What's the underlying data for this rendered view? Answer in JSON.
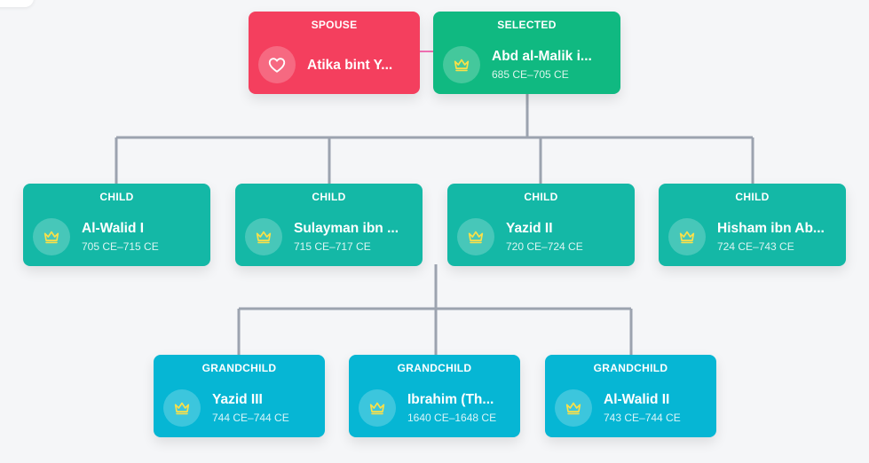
{
  "colors": {
    "spouse": "#f43f5e",
    "selected": "#10b981",
    "child": "#14b8a6",
    "grandchild": "#06b6d4",
    "connector": "#9ca3af",
    "spouse_link": "#f472b6",
    "crown": "#fde047"
  },
  "spouse": {
    "role": "SPOUSE",
    "name": "Atika bint Y...",
    "icon": "heart-icon"
  },
  "selected": {
    "role": "SELECTED",
    "name": "Abd al-Malik i...",
    "dates": "685 CE–705 CE",
    "icon": "crown-icon"
  },
  "children": [
    {
      "role": "CHILD",
      "name": "Al-Walid I",
      "dates": "705 CE–715 CE",
      "icon": "crown-icon"
    },
    {
      "role": "CHILD",
      "name": "Sulayman ibn ...",
      "dates": "715 CE–717 CE",
      "icon": "crown-icon"
    },
    {
      "role": "CHILD",
      "name": "Yazid II",
      "dates": "720 CE–724 CE",
      "icon": "crown-icon"
    },
    {
      "role": "CHILD",
      "name": "Hisham ibn Ab...",
      "dates": "724 CE–743 CE",
      "icon": "crown-icon"
    }
  ],
  "grandchildren": [
    {
      "role": "GRANDCHILD",
      "name": "Yazid III",
      "dates": "744 CE–744 CE",
      "icon": "crown-icon"
    },
    {
      "role": "GRANDCHILD",
      "name": "Ibrahim (Th...",
      "dates": "1640 CE–1648 CE",
      "icon": "crown-icon"
    },
    {
      "role": "GRANDCHILD",
      "name": "Al-Walid II",
      "dates": "743 CE–744 CE",
      "icon": "crown-icon"
    }
  ]
}
